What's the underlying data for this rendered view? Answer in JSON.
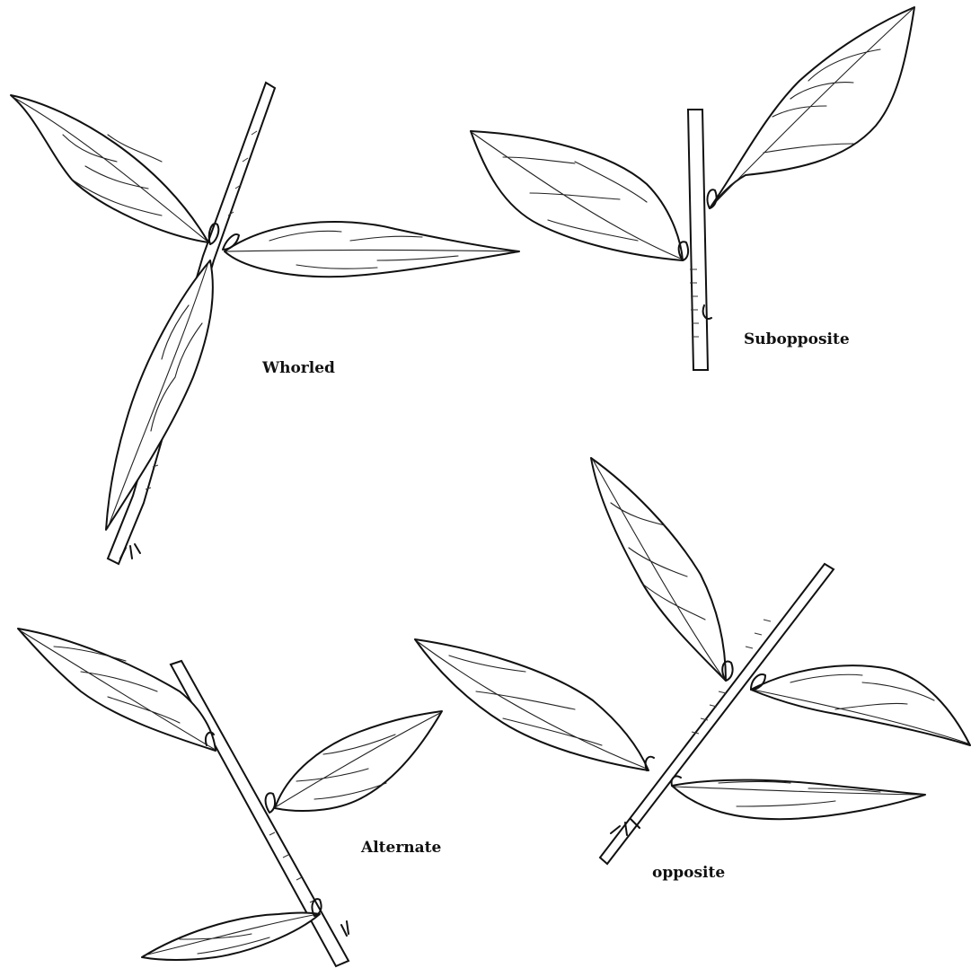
{
  "figure": {
    "title": "",
    "panels": [
      {
        "id": "whorled",
        "label": "Whorled"
      },
      {
        "id": "subopposite",
        "label": "Subopposite"
      },
      {
        "id": "alternate",
        "label": "Alternate"
      },
      {
        "id": "opposite",
        "label": "opposite"
      }
    ]
  },
  "colors": {
    "ink": "#111111",
    "background": "#ffffff"
  },
  "icons": [
    "whorled-leaf-arrangement",
    "subopposite-leaf-arrangement",
    "alternate-leaf-arrangement",
    "opposite-leaf-arrangement"
  ]
}
